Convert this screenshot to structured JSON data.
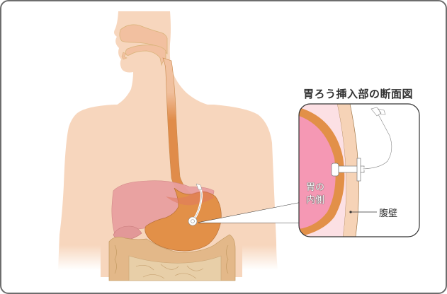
{
  "diagram": {
    "title": "胃ろう挿入部の断面図",
    "labels": {
      "stomach_inner": [
        "胃の",
        "内側"
      ],
      "abdominal_wall": "腹壁"
    },
    "colors": {
      "skin": "#f7d6bd",
      "skin_outline": "#e9b996",
      "esophagus": "#e08c4a",
      "stomach": "#e29048",
      "stomach_inner": "#f598b4",
      "stomach_mucosa_light": "#fce0e4",
      "liver": "#e9a0a0",
      "intestine": "#e3b889",
      "small_intestine": "#e8cfa8",
      "abdominal_wall": "#f6d3b7",
      "frame_border": "#6d6d6d"
    }
  }
}
